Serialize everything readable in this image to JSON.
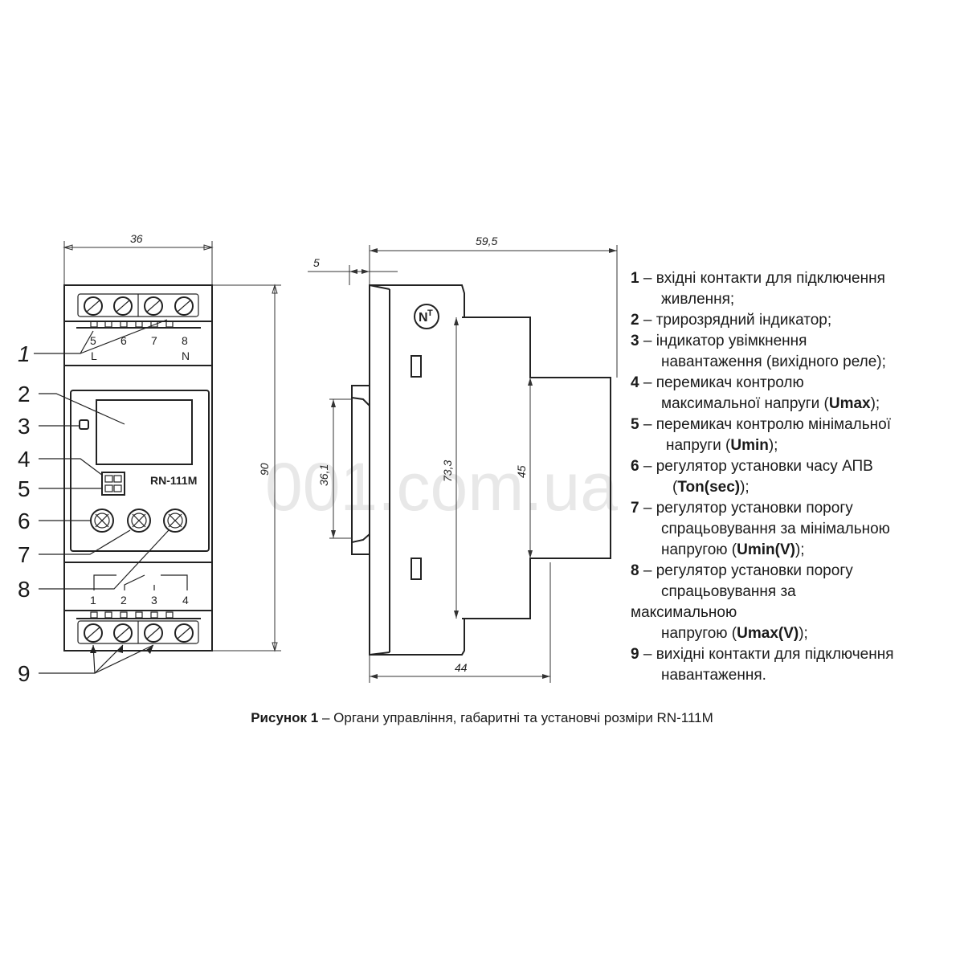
{
  "watermark": "001.com.ua",
  "front_view": {
    "dim_width": "36",
    "dim_height": "90",
    "model_label": "RN-111M",
    "top_terminals": [
      "5",
      "6",
      "7",
      "8"
    ],
    "top_letters": [
      "L",
      "N"
    ],
    "bottom_terminals": [
      "1",
      "2",
      "3",
      "4"
    ],
    "callouts": [
      "1",
      "2",
      "3",
      "4",
      "5",
      "6",
      "7",
      "8",
      "9"
    ]
  },
  "side_view": {
    "dim_total_depth": "59,5",
    "dim_offset": "5",
    "dim_rail": "36,1",
    "dim_body_height": "73,3",
    "dim_front_height": "45",
    "dim_body_depth": "44",
    "logo_icon": "nt-logo-icon"
  },
  "legend": [
    {
      "num": "1",
      "lines": [
        "вхідні контакти для підключення",
        "живлення;"
      ]
    },
    {
      "num": "2",
      "lines": [
        "трирозрядний індикатор;"
      ]
    },
    {
      "num": "3",
      "lines": [
        "індикатор увімкнення",
        "навантаження (вихідного реле);"
      ]
    },
    {
      "num": "4",
      "lines": [
        "перемикач контролю",
        "максимальної напруги (",
        "Umax",
        ");"
      ]
    },
    {
      "num": "5",
      "lines": [
        "перемикач контролю мінімальної",
        "напруги (",
        "Umin",
        ");"
      ]
    },
    {
      "num": "6",
      "lines": [
        "регулятор установки часу АПВ",
        "(",
        "Ton(sec)",
        ");"
      ]
    },
    {
      "num": "7",
      "lines": [
        "регулятор установки порогу",
        "спрацьовування за мінімальною",
        "напругою (",
        "Umin(V)",
        ");"
      ]
    },
    {
      "num": "8",
      "lines": [
        "регулятор установки порогу",
        "спрацьовування за",
        "максимальною",
        "напругою (",
        "Umax(V)",
        ");"
      ]
    },
    {
      "num": "9",
      "lines": [
        "вихідні контакти для підключення",
        "навантаження."
      ]
    }
  ],
  "caption": {
    "bold": "Рисунок 1",
    "text": " – Органи управління, габаритні та установчі розміри RN-111M"
  }
}
